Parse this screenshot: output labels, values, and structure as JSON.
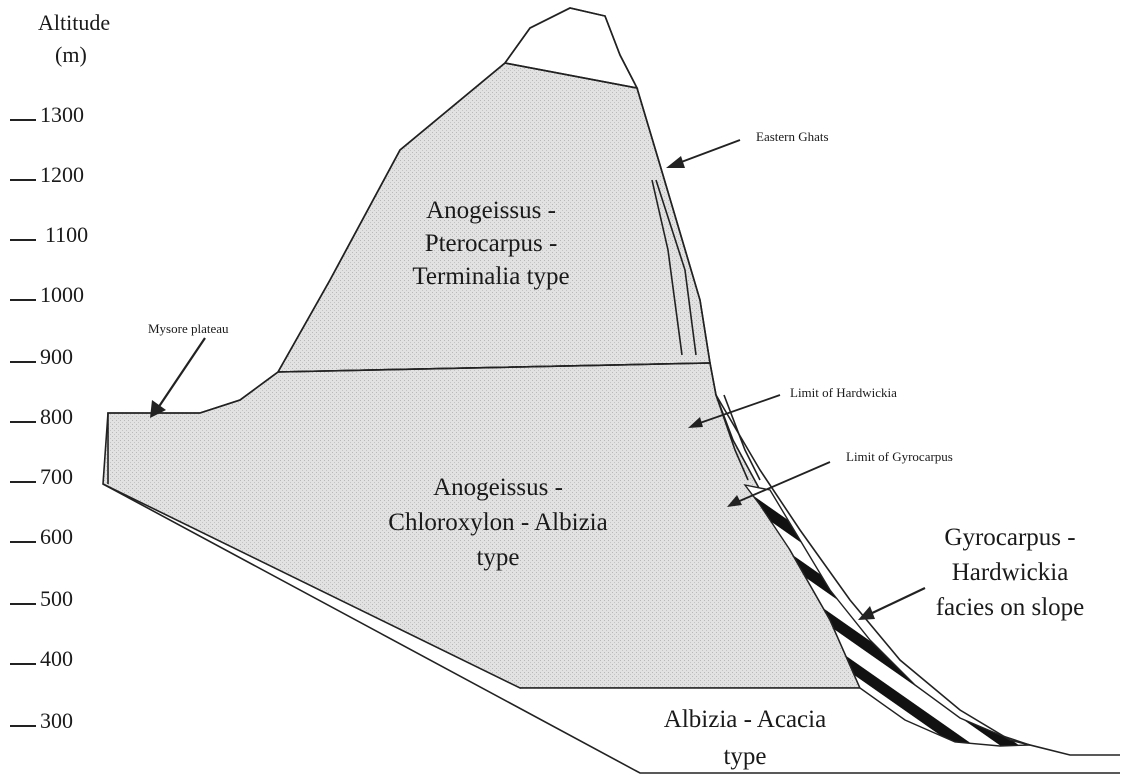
{
  "axis": {
    "title_line1": "Altitude",
    "title_line2": "(m)",
    "ticks": [
      "1300",
      "1200",
      "1100",
      "1000",
      "900",
      "800",
      "700",
      "600",
      "500",
      "400",
      "300"
    ]
  },
  "zones": {
    "upper": {
      "line1": "Anogeissus -",
      "line2": "Pterocarpus -",
      "line3": "Terminalia type"
    },
    "middle": {
      "line1": "Anogeissus -",
      "line2": "Chloroxylon - Albizia",
      "line3": "type"
    },
    "lower": {
      "line1": "Albizia - Acacia",
      "line2": "type"
    },
    "slope": {
      "line1": "Gyrocarpus -",
      "line2": "Hardwickia",
      "line3": "facies on slope"
    }
  },
  "annotations": {
    "eastern_ghats": "Eastern Ghats",
    "mysore_plateau": "Mysore plateau",
    "limit_hardwickia": "Limit of Hardwickia",
    "limit_gyrocarpus": "Limit of Gyrocarpus"
  },
  "colors": {
    "zone_fill": "#dcdcdc",
    "outline": "#222222",
    "hatch": "#111111"
  }
}
